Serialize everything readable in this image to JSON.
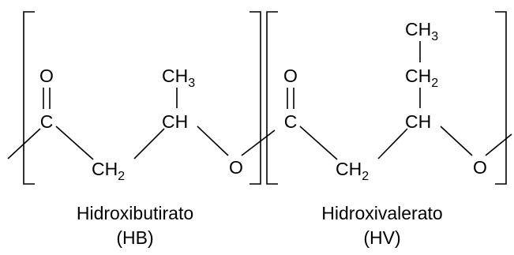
{
  "diagram": {
    "hb": {
      "atoms": {
        "carbonyl_o": "O",
        "carbonyl_c": "C",
        "methylene": "CH",
        "methylene_sub": "2",
        "methine": "CH",
        "methyl": "CH",
        "methyl_sub": "3",
        "ester_o": "O"
      },
      "caption_name": "Hidroxibutirato",
      "caption_abbr": "(HB)"
    },
    "hv": {
      "atoms": {
        "carbonyl_o": "O",
        "carbonyl_c": "C",
        "methylene": "CH",
        "methylene_sub": "2",
        "methine": "CH",
        "ethyl_ch2": "CH",
        "ethyl_ch2_sub": "2",
        "methyl": "CH",
        "methyl_sub": "3",
        "ester_o": "O"
      },
      "caption_name": "Hidroxivalerato",
      "caption_abbr": "(HV)"
    }
  }
}
